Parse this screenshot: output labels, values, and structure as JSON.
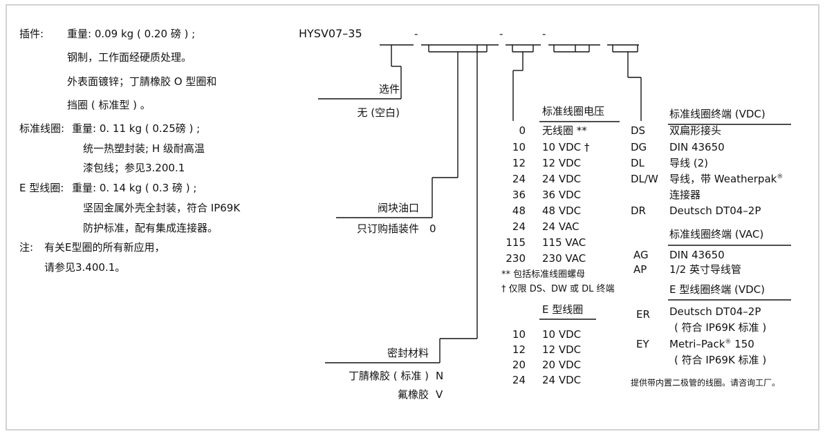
{
  "model_code": "HYSV07–35",
  "left_notes": {
    "cartridge": {
      "label": "插件:",
      "lines": [
        "重量: 0.09 kg ( 0.20 磅 ) ;",
        "钢制，工作面经硬质处理。",
        "外表面镀锌；丁腈橡胶 O 型圈和",
        "挡圈 ( 标准型 ) 。"
      ]
    },
    "std_coil": {
      "label": "标准线圈:",
      "lines": [
        "重量: 0. 11 kg (  0.25磅 ) ;",
        "统一热塑封装; H 级耐高温",
        "漆包线；参见3.200.1"
      ]
    },
    "e_coil": {
      "label": "E 型线圈:",
      "lines": [
        "重量: 0. 14 kg ( 0.3 磅 ) ;",
        "坚固金属外壳全封装，符合 IP69K",
        "防护标准，配有集成连接器。"
      ]
    },
    "note": {
      "label": "注:",
      "lines": [
        "有关E型圈的所有新应用，",
        "请参见3.400.1。"
      ]
    }
  },
  "options": {
    "header": "选件",
    "items": [
      {
        "name": "无 (空白)",
        "code": ""
      }
    ]
  },
  "port": {
    "header": "阀块油口",
    "items": [
      {
        "name": "只订购插装件",
        "code": "0"
      }
    ]
  },
  "seal": {
    "header": "密封材料",
    "items": [
      {
        "name": "丁腈橡胶 ( 标准 )",
        "code": "N"
      },
      {
        "name": "氟橡胶",
        "code": "V"
      }
    ]
  },
  "std_voltage": {
    "header": "标准线圈电压",
    "items": [
      {
        "code": "0",
        "label": "无线圈 **"
      },
      {
        "code": "10",
        "label": "10 VDC †"
      },
      {
        "code": "12",
        "label": "12 VDC"
      },
      {
        "code": "24",
        "label": "24 VDC"
      },
      {
        "code": "36",
        "label": "36 VDC"
      },
      {
        "code": "48",
        "label": "48 VDC"
      },
      {
        "code": "24",
        "label": "24 VAC"
      },
      {
        "code": "115",
        "label": "115 VAC"
      },
      {
        "code": "230",
        "label": "230 VAC"
      }
    ],
    "footnotes": [
      "** 包括标准线圈螺母",
      "† 仅限 DS、DW 或 DL 终端"
    ]
  },
  "e_voltage": {
    "header": "E 型线圈",
    "items": [
      {
        "code": "10",
        "label": "10 VDC"
      },
      {
        "code": "12",
        "label": "12 VDC"
      },
      {
        "code": "20",
        "label": "20 VDC"
      },
      {
        "code": "24",
        "label": "24 VDC"
      }
    ]
  },
  "term_vdc": {
    "header": "标准线圈终端 (VDC)",
    "items": [
      {
        "code": "DS",
        "lines": [
          "双扁形接头"
        ]
      },
      {
        "code": "DG",
        "lines": [
          "DIN 43650"
        ]
      },
      {
        "code": "DL",
        "lines": [
          "导线 (2)"
        ]
      },
      {
        "code": "DL/W",
        "lines": [
          "导线，带 Weatherpak",
          "连接器"
        ],
        "reg": "®"
      },
      {
        "code": "DR",
        "lines": [
          "Deutsch DT04–2P"
        ]
      }
    ]
  },
  "term_vac": {
    "header": "标准线圈终端 (VAC)",
    "items": [
      {
        "code": "AG",
        "lines": [
          "DIN 43650"
        ]
      },
      {
        "code": "AP",
        "lines": [
          "1/2 英寸导线管"
        ]
      }
    ]
  },
  "term_e": {
    "header": "E 型线圈终端 (VDC)",
    "items": [
      {
        "code": "ER",
        "lines": [
          "Deutsch DT04–2P",
          "( 符合 IP69K 标准 )"
        ]
      },
      {
        "code": "EY",
        "lines": [
          "Metri–Pack",
          "( 符合 IP69K 标准 )"
        ],
        "reg": "®",
        "suffix": " 150"
      }
    ]
  },
  "footer_note": "提供带内置二极管的线圈。请咨询工厂。",
  "colors": {
    "line": "#111111",
    "frame": "#d2d2d2"
  }
}
